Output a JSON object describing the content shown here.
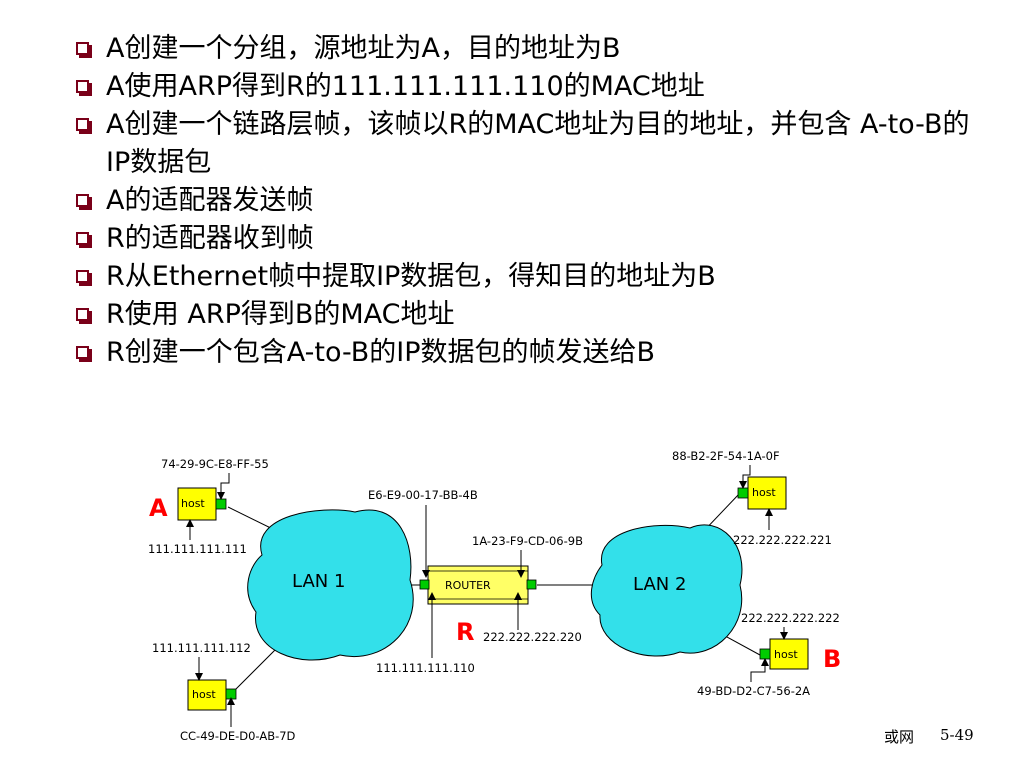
{
  "bullets": [
    "A创建一个分组，源地址为A，目的地址为B",
    "A使用ARP得到R的111.111.111.110的MAC地址",
    "A创建一个链路层帧，该帧以R的MAC地址为目的地址，并包含 A-to-B的IP数据包",
    "A的适配器发送帧",
    "R的适配器收到帧",
    "R从Ethernet帧中提取IP数据包，得知目的地址为B",
    "R使用 ARP得到B的MAC地址",
    "R创建一个包含A-to-B的IP数据包的帧发送给B"
  ],
  "diagram": {
    "host_a": {
      "label": "A",
      "host_text": "host",
      "mac": "74-29-9C-E8-FF-55",
      "ip": "111.111.111.111"
    },
    "host_lan1_2": {
      "host_text": "host",
      "mac": "CC-49-DE-D0-AB-7D",
      "ip": "111.111.111.112"
    },
    "host_lan2_1": {
      "host_text": "host",
      "mac": "88-B2-2F-54-1A-0F",
      "ip": "222.222.222.221"
    },
    "host_b": {
      "label": "B",
      "host_text": "host",
      "mac": "49-BD-D2-C7-56-2A",
      "ip": "222.222.222.222"
    },
    "router": {
      "label": "R",
      "text": "ROUTER",
      "left_mac": "E6-E9-00-17-BB-4B",
      "left_ip": "111.111.111.110",
      "right_mac": "1A-23-F9-CD-06-9B",
      "right_ip": "222.222.222.220"
    },
    "lan1": "LAN 1",
    "lan2": "LAN 2",
    "colors": {
      "cloud": "#33e0ea",
      "host": "#ffff00",
      "port": "#00cc00",
      "label_red": "#ff0000"
    }
  },
  "footer": {
    "org": "或网",
    "page": "5-49"
  }
}
